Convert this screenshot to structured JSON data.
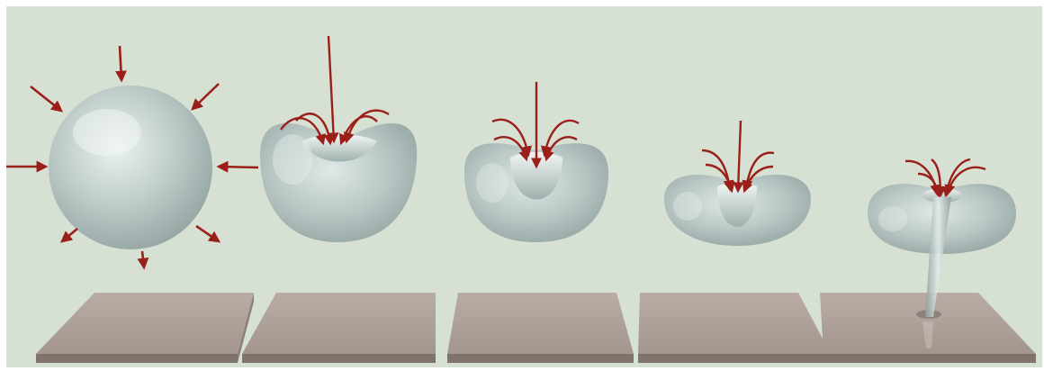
{
  "figure": {
    "stage_count": 5,
    "stages": [
      {
        "shape": "sphere",
        "plate": "plain"
      },
      {
        "shape": "dimpled-sphere",
        "plate": "plain"
      },
      {
        "shape": "deep-cup",
        "plate": "plain"
      },
      {
        "shape": "torus-forming",
        "plate": "plain"
      },
      {
        "shape": "torus-with-jet",
        "plate": "jet-impact"
      }
    ],
    "colors": {
      "background": "#d6e1d4",
      "bubble": "#b9c7c5",
      "plate_top": "#ad9f97",
      "plate_side": "#7f736c",
      "arrow": "#9a1f18"
    }
  }
}
